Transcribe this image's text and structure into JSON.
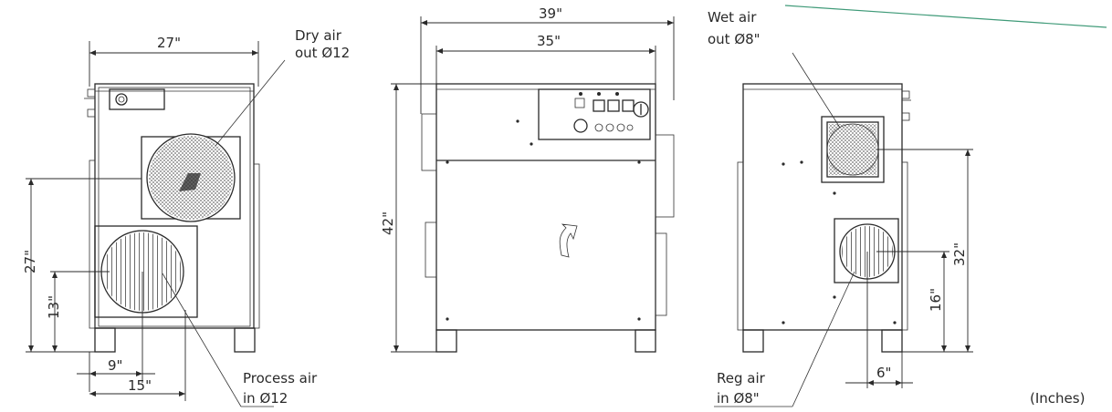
{
  "dimensions": {
    "front_width": "27\"",
    "front_height": "27\"",
    "front_inlet_height": "13\"",
    "front_inlet_offset": "9\"",
    "front_inlet_width": "15\"",
    "side_total_width": "39\"",
    "side_body_width": "35\"",
    "side_height": "42\"",
    "rear_wet_height": "32\"",
    "rear_reg_height": "16\"",
    "rear_reg_offset": "6\""
  },
  "labels": {
    "dry_air_line1": "Dry air",
    "dry_air_line2": "out Ø12",
    "process_air_line1": "Process air",
    "process_air_line2": "in Ø12",
    "wet_air_line1": "Wet air",
    "wet_air_line2": "out Ø8\"",
    "reg_air_line1": "Reg air",
    "reg_air_line2": "in Ø8\""
  },
  "units_note": "(Inches)",
  "colors": {
    "line": "#2a2a2a",
    "accent_line": "#3f9a78"
  }
}
